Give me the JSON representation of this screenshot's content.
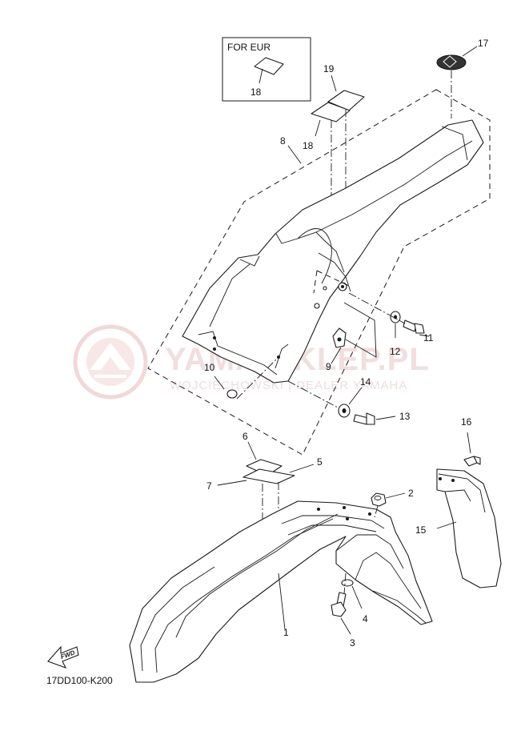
{
  "diagram": {
    "variant_box_label": "FOR EUR",
    "part_numbers": {
      "p1": "1",
      "p2": "2",
      "p3": "3",
      "p4": "4",
      "p5": "5",
      "p6": "6",
      "p7": "7",
      "p8": "8",
      "p9": "9",
      "p10": "10",
      "p11": "11",
      "p12": "12",
      "p13": "13",
      "p14": "14",
      "p15": "15",
      "p16": "16",
      "p17": "17",
      "p18": "18",
      "p19": "19"
    },
    "forward_arrow_label": "FWD",
    "diagram_code": "17DD100-K200"
  },
  "watermark": {
    "title": "YAMA-SKLEP.PL",
    "subtitle": "WOJCIECHOWSKI | DEALER YAMAHA",
    "color": "#e8b8b8"
  }
}
